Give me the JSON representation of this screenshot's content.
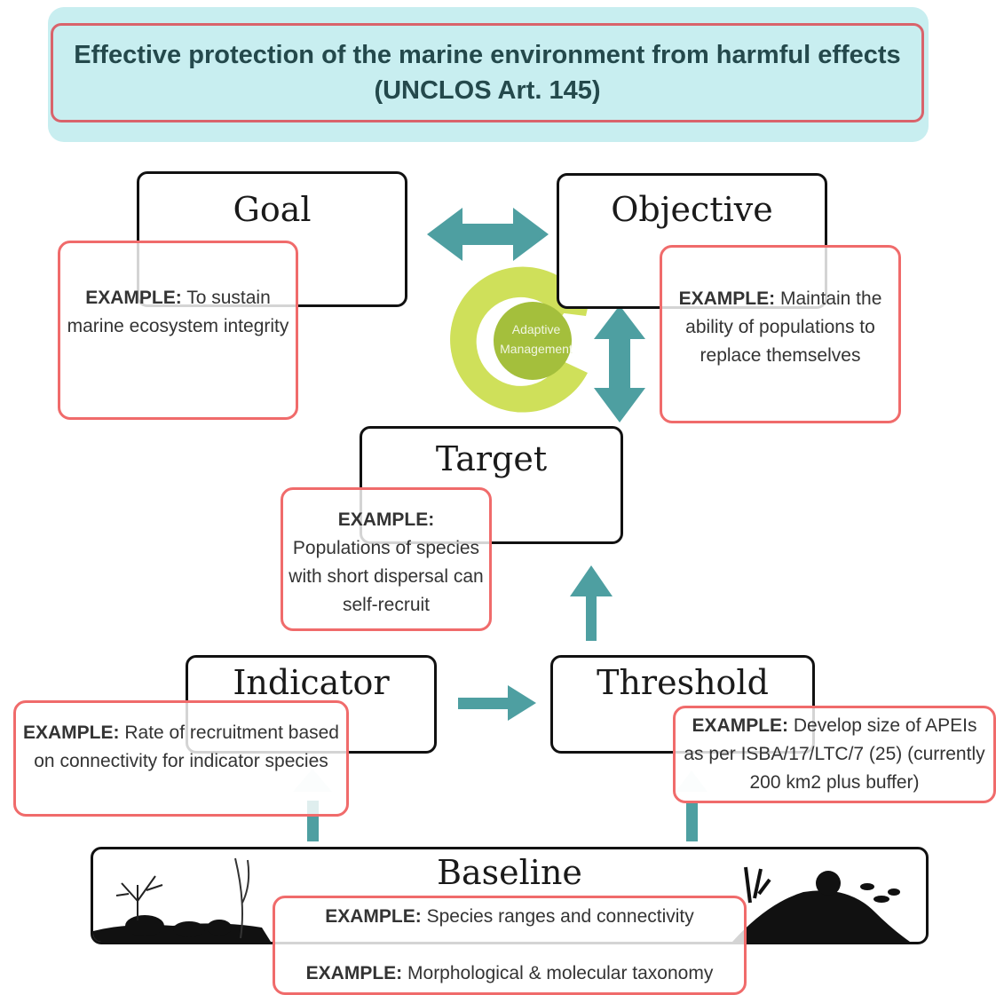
{
  "banner": {
    "line1": "Effective protection of the marine environment from harmful effects",
    "line2": "(UNCLOS Art. 145)"
  },
  "nodes": {
    "goal": "Goal",
    "objective": "Objective",
    "target": "Target",
    "indicator": "Indicator",
    "threshold": "Threshold",
    "baseline": "Baseline"
  },
  "cycle": {
    "line1": "Adaptive",
    "line2": "Management"
  },
  "example_label": "EXAMPLE:",
  "examples": {
    "goal": "To sustain marine ecosystem integrity",
    "objective": "Maintain the ability of populations to replace themselves",
    "target": "Populations of species with short dispersal can self-recruit",
    "indicator": "Rate of recruitment based on connectivity for indicator species",
    "threshold": "Develop size of APEIs as per ISBA/17/LTC/7 (25) (currently 200 km2 plus buffer)",
    "baseline_1": "Species ranges and connectivity",
    "baseline_2": "Morphological & molecular taxonomy"
  },
  "colors": {
    "arrow": "#4e9fa1",
    "arrow_faded": "#e6f3f2",
    "cycle_outer": "#cfe05a",
    "cycle_inner": "#a4bf3c",
    "example_border": "#f06b6b",
    "banner_fill": "#c8eef0"
  }
}
